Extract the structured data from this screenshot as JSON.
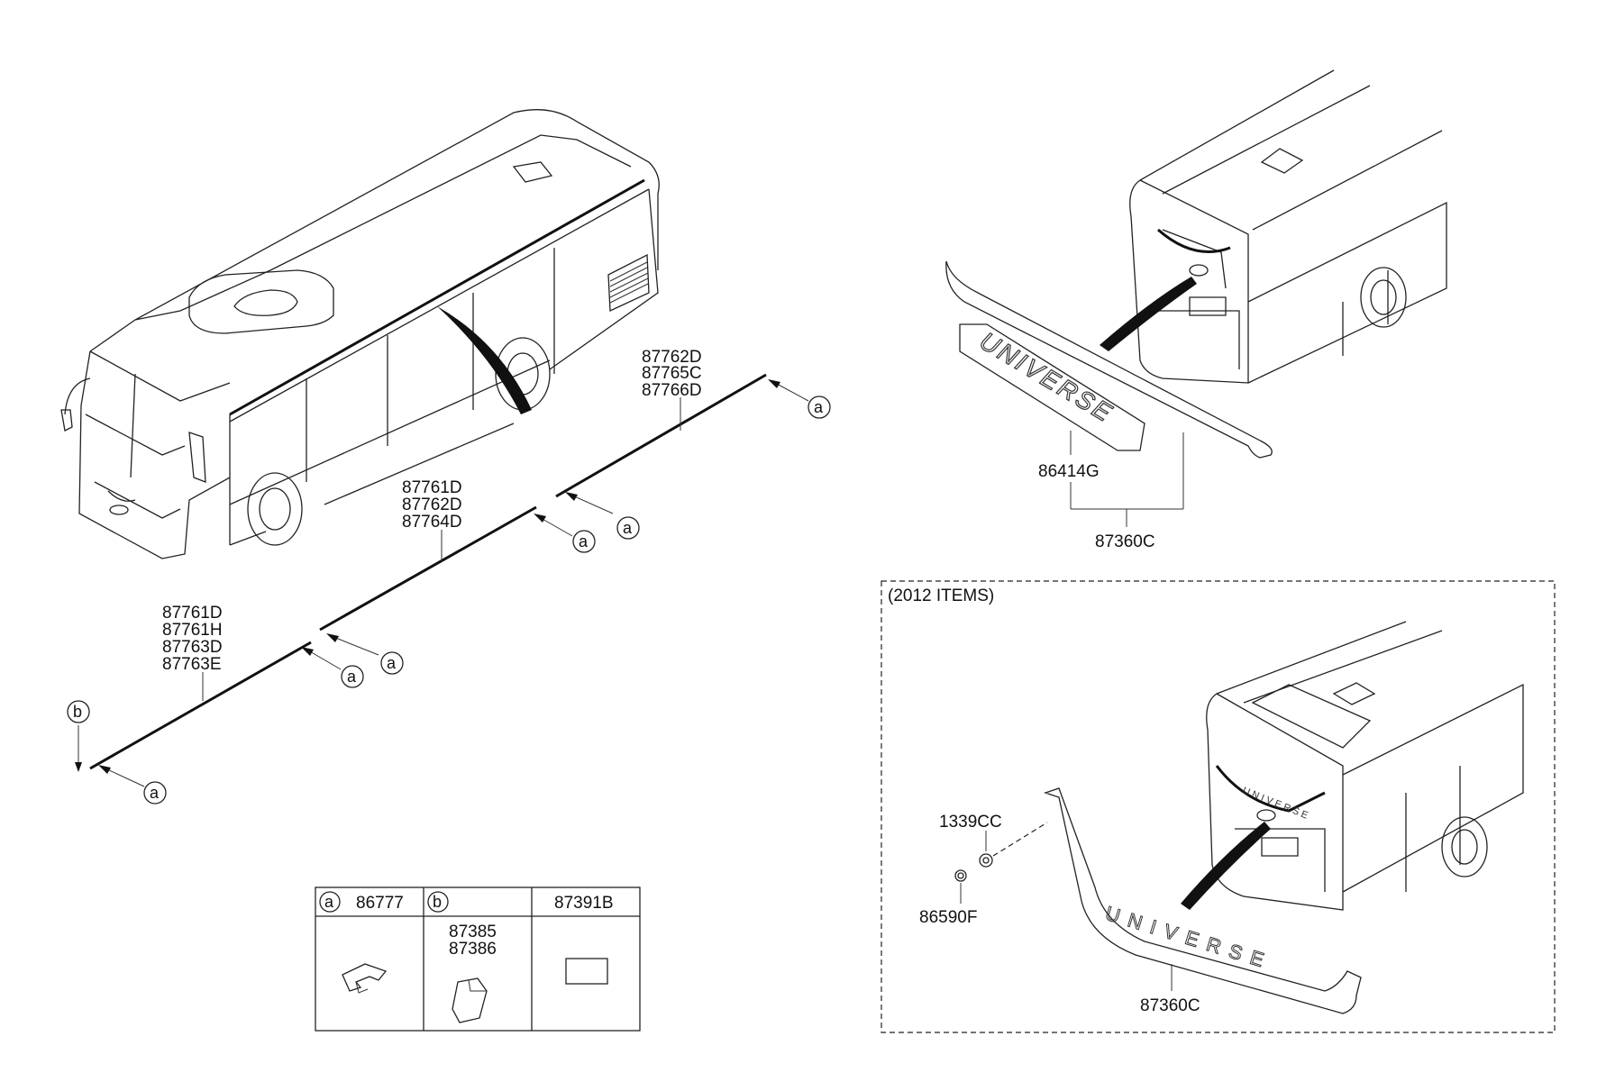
{
  "labels": {
    "strip_top": [
      "87762D",
      "87765C",
      "87766D"
    ],
    "strip_mid": [
      "87761D",
      "87762D",
      "87764D"
    ],
    "strip_low": [
      "87761D",
      "87761H",
      "87763D",
      "87763E"
    ],
    "emblem": "86414G",
    "garnish": "87360C",
    "garnish_2012": "87360C",
    "nut": "1339CC",
    "washer": "86590F",
    "section_2012": "(2012 ITEMS)",
    "emblem_text": "UNIVERSE"
  },
  "callouts": {
    "a": "a",
    "b": "b"
  },
  "legend_table": {
    "col_a_key": "a",
    "col_a_part": "86777",
    "col_b_key": "b",
    "col_b_parts": [
      "87385",
      "87386"
    ],
    "col_c_part": "87391B"
  }
}
